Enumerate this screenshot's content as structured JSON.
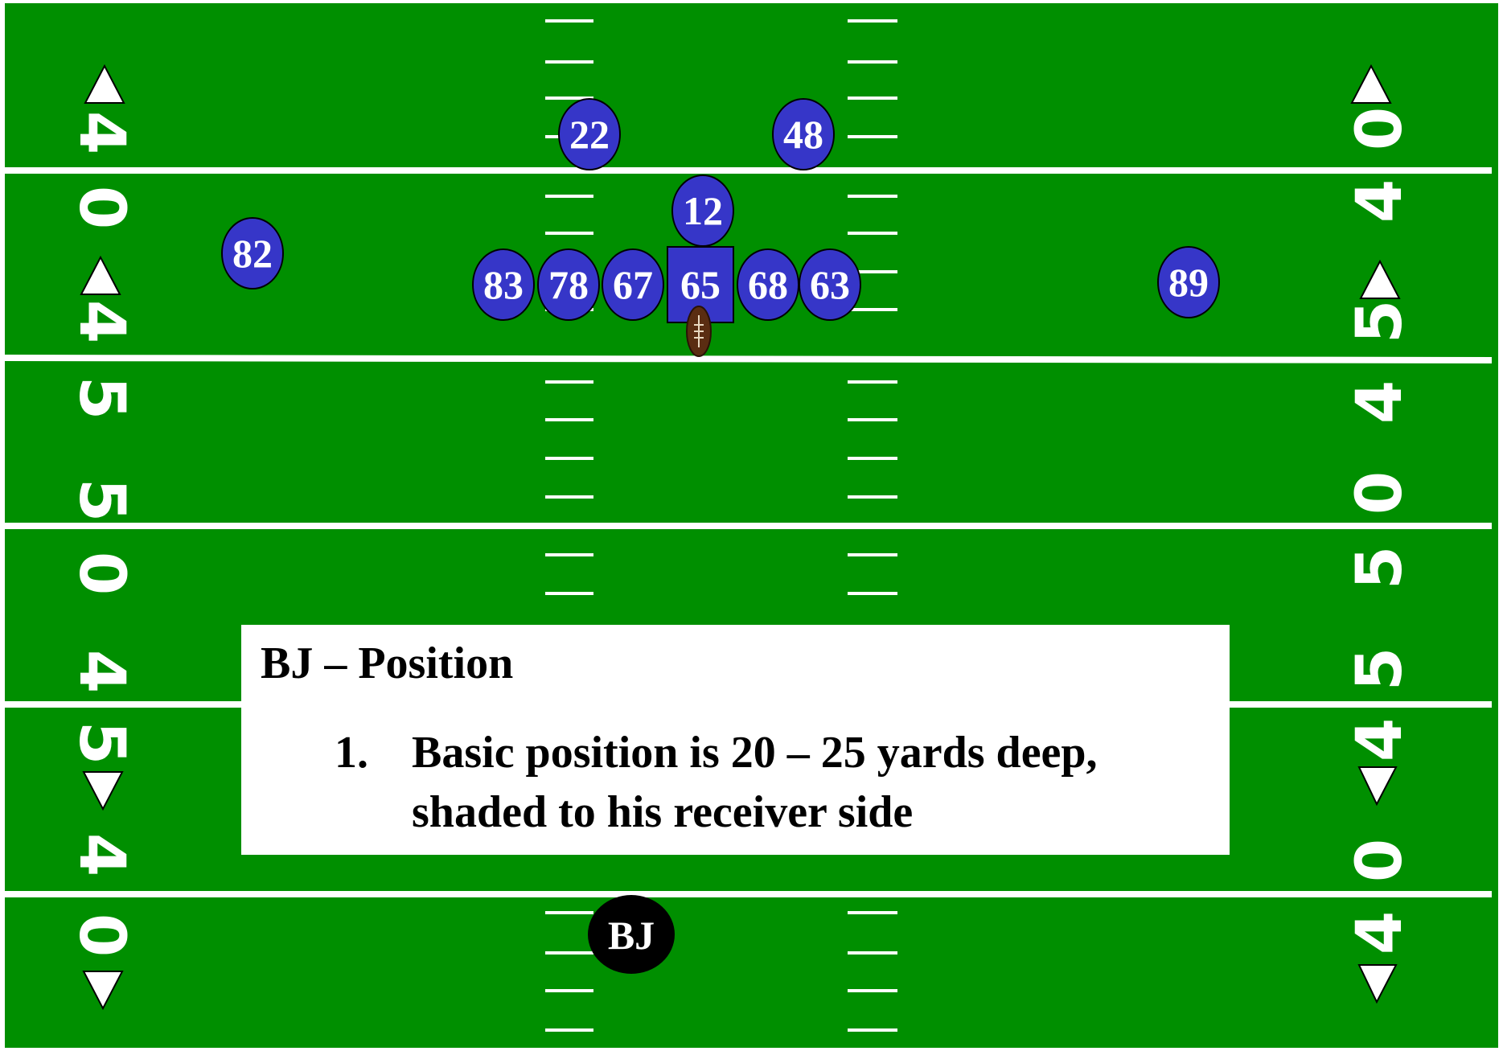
{
  "colors": {
    "field": "#008f00",
    "offense": "#3636c8",
    "official": "#000000",
    "lines": "#ffffff"
  },
  "yard_numbers": {
    "left": [
      "4",
      "0",
      "4",
      "5",
      "5",
      "0",
      "4",
      "5",
      "4",
      "0"
    ],
    "right": [
      "4",
      "0",
      "4",
      "5",
      "5",
      "0",
      "4",
      "5",
      "4",
      "0"
    ]
  },
  "players": [
    {
      "id": "22",
      "label": "22"
    },
    {
      "id": "48",
      "label": "48"
    },
    {
      "id": "12",
      "label": "12"
    },
    {
      "id": "82",
      "label": "82"
    },
    {
      "id": "83",
      "label": "83"
    },
    {
      "id": "78",
      "label": "78"
    },
    {
      "id": "67",
      "label": "67"
    },
    {
      "id": "65",
      "label": "65"
    },
    {
      "id": "68",
      "label": "68"
    },
    {
      "id": "63",
      "label": "63"
    },
    {
      "id": "89",
      "label": "89"
    }
  ],
  "official": {
    "label": "BJ"
  },
  "textbox": {
    "title": "BJ – Position",
    "items": [
      {
        "number": "1.",
        "text": "Basic position is 20 – 25 yards deep, shaded to his receiver side"
      }
    ]
  }
}
